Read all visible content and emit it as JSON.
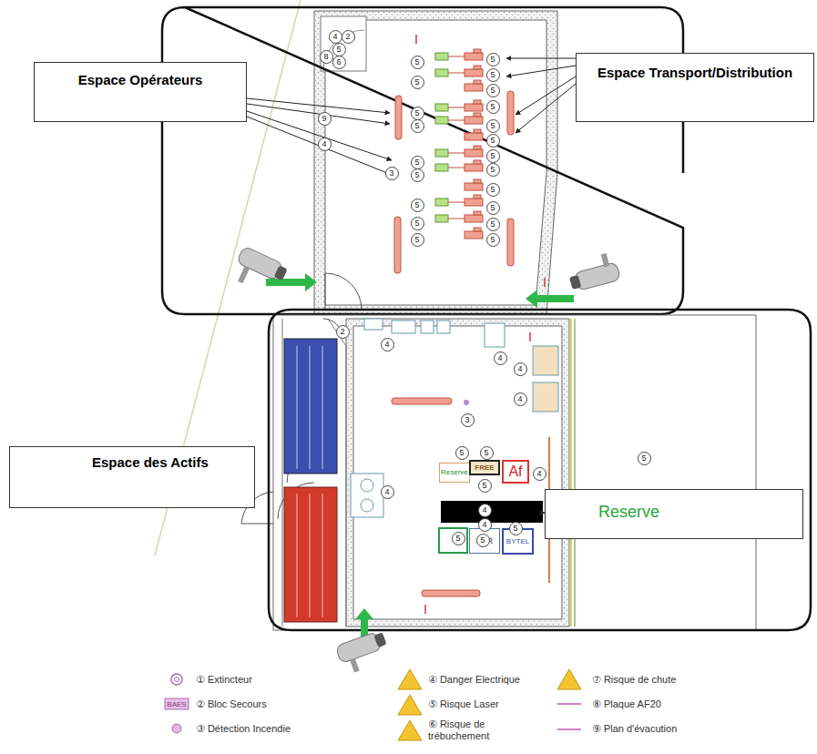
{
  "diagram": {
    "nodes": [
      {
        "text": [
          "Espace Opérateurs"
        ]
      },
      {
        "text": [
          "Espace Transport/Distribution"
        ]
      },
      {
        "text": [
          "Espace des Actifs"
        ]
      },
      {
        "text": [
          "Reserve"
        ]
      },
      {
        "text": [
          "Reserve"
        ]
      },
      {
        "text": [
          "FREE"
        ]
      },
      {
        "text": [
          "Af"
        ]
      },
      {
        "text": [
          "SFR"
        ]
      },
      {
        "text": [
          "BYTEL"
        ]
      }
    ],
    "labels": [
      "4",
      "2",
      "5",
      "6",
      "8",
      "9",
      "4",
      "3",
      "5",
      "5",
      "5",
      "5",
      "5",
      "5",
      "5",
      "5",
      "5",
      "5",
      "5",
      "5",
      "5",
      "5",
      "5",
      "5",
      "5",
      "5",
      "5",
      "5",
      "5",
      "2",
      "4",
      "4",
      "4",
      "4",
      "3",
      "4",
      "5",
      "5",
      "4",
      "5",
      "4",
      "4",
      "5",
      "5",
      "5",
      "5",
      "BAES"
    ],
    "legend": [
      {
        "text": "① Extincteur"
      },
      {
        "text": "② Bloc Secours"
      },
      {
        "text": "③ Détection Incendie"
      },
      {
        "text": "④ Danger Electrique"
      },
      {
        "text": "⑤ Risque Laser"
      },
      {
        "text": "⑥ Risque de trébuchement"
      },
      {
        "text": "⑦ Risque de chute"
      },
      {
        "text": "⑧ Plaque AF20"
      },
      {
        "text": "⑨ Plan d'évacution"
      }
    ]
  }
}
